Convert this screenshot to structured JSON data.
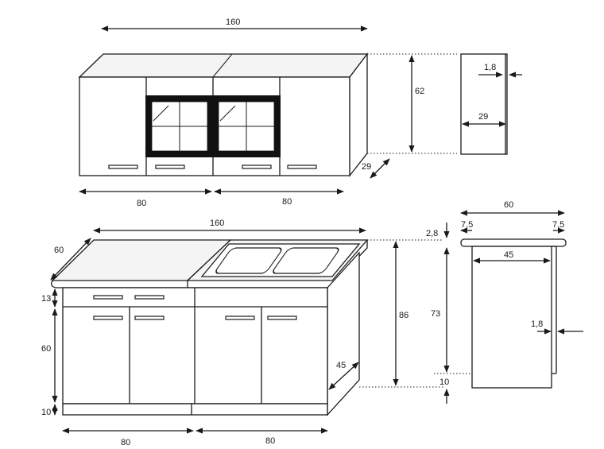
{
  "upper_cabinets": {
    "width_total": "160",
    "height": "62",
    "depth": "29",
    "unit_width_left": "80",
    "unit_width_right": "80",
    "side_depth": "29",
    "side_thickness": "1,8"
  },
  "lower_cabinets": {
    "width_total": "160",
    "depth": "60",
    "height_total": "86",
    "drawer_height": "13",
    "door_height": "60",
    "plinth_height": "10",
    "inner_depth": "45",
    "unit_width_left": "80",
    "unit_width_right": "80"
  },
  "lower_side_view": {
    "width": "60",
    "overhang_left": "7,5",
    "overhang_right": "7,5",
    "worktop_thickness": "2,8",
    "body_depth": "45",
    "body_height": "73",
    "plinth": "10",
    "side_thickness": "1,8"
  }
}
